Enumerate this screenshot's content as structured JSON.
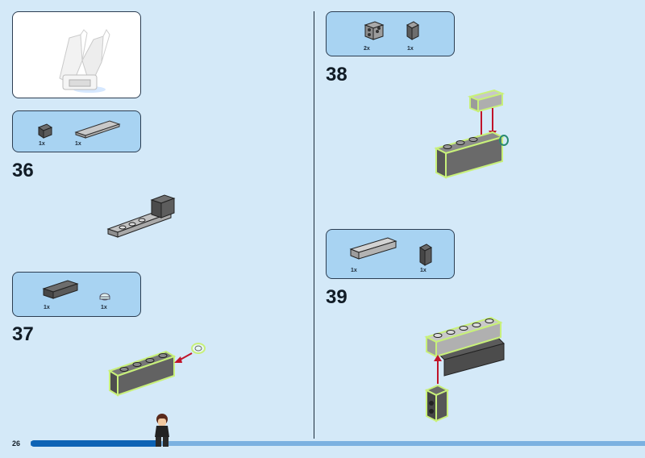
{
  "page": {
    "number": "26",
    "progress_fraction": 0.21
  },
  "left": {
    "parts_36": [
      {
        "qty": "1x",
        "icon": "dark-grey-brick-1x1-icon"
      },
      {
        "qty": "1x",
        "icon": "light-grey-plate-1x6-icon"
      }
    ],
    "step_36": "36",
    "parts_37": [
      {
        "qty": "1x",
        "icon": "dark-grey-brick-1x4-icon"
      },
      {
        "qty": "1x",
        "icon": "transparent-round-tile-icon"
      }
    ],
    "step_37": "37"
  },
  "right": {
    "parts_38": [
      {
        "qty": "2x",
        "icon": "grey-bracket-icon"
      },
      {
        "qty": "1x",
        "icon": "dark-grey-bracket-icon"
      }
    ],
    "step_38": "38",
    "parts_39": [
      {
        "qty": "1x",
        "icon": "light-grey-brick-1x6-icon"
      },
      {
        "qty": "1x",
        "icon": "dark-grey-brick-1x2-icon"
      }
    ],
    "step_39": "39"
  },
  "colors": {
    "background": "#d4e9f8",
    "panel": "#a8d3f2",
    "progress": "#0d63b5",
    "arrow": "#c0142a",
    "highlight": "#c8f07a"
  }
}
